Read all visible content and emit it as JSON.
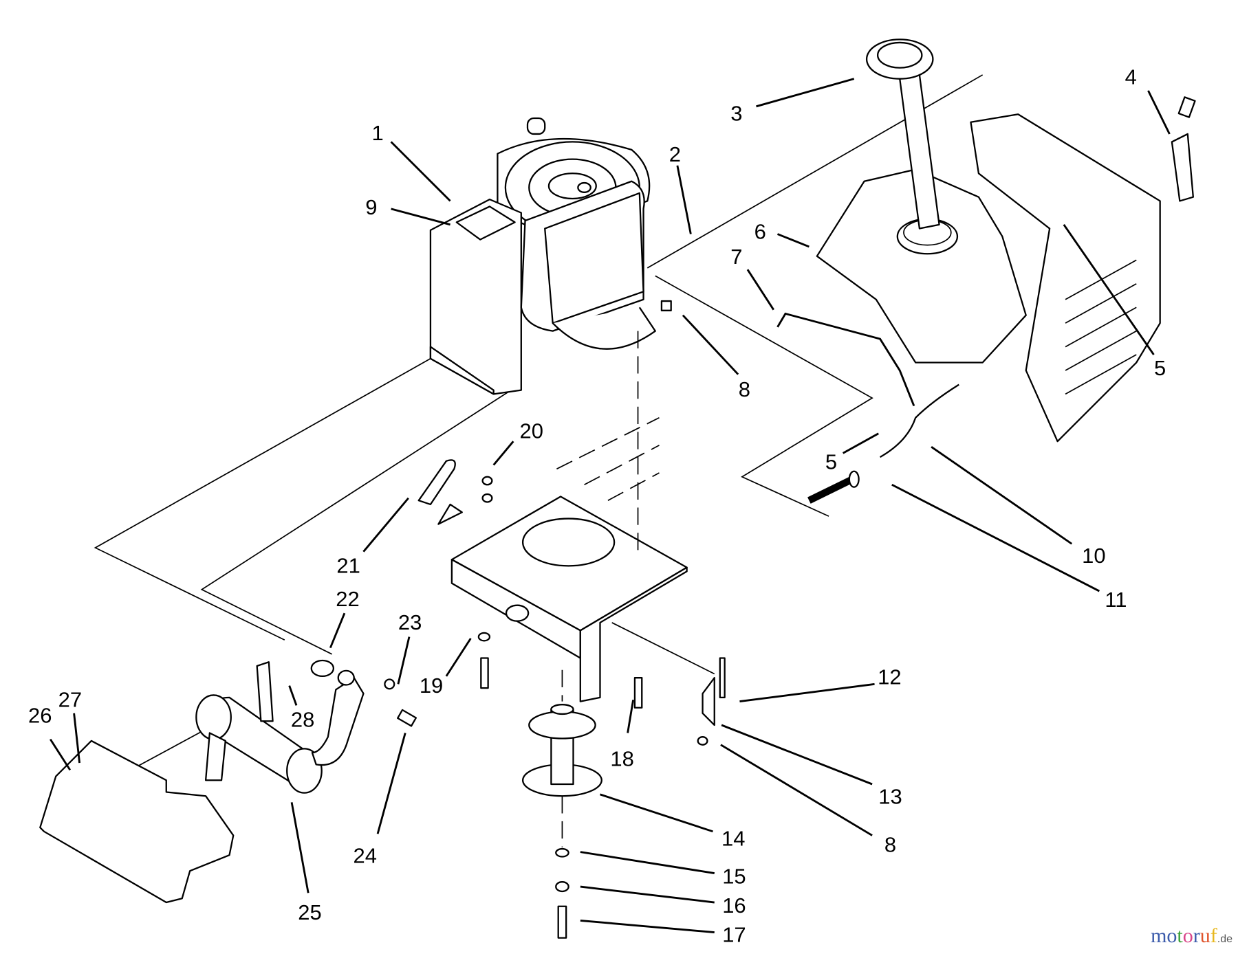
{
  "diagram": {
    "callouts": [
      {
        "id": "c1",
        "text": "1"
      },
      {
        "id": "c9",
        "text": "9"
      },
      {
        "id": "c2",
        "text": "2"
      },
      {
        "id": "c3",
        "text": "3"
      },
      {
        "id": "c4",
        "text": "4"
      },
      {
        "id": "c5a",
        "text": "5"
      },
      {
        "id": "c6",
        "text": "6"
      },
      {
        "id": "c7",
        "text": "7"
      },
      {
        "id": "c8a",
        "text": "8"
      },
      {
        "id": "c20",
        "text": "20"
      },
      {
        "id": "c21",
        "text": "21"
      },
      {
        "id": "c22",
        "text": "22"
      },
      {
        "id": "c23",
        "text": "23"
      },
      {
        "id": "c19",
        "text": "19"
      },
      {
        "id": "c18",
        "text": "18"
      },
      {
        "id": "c12",
        "text": "12"
      },
      {
        "id": "c13",
        "text": "13"
      },
      {
        "id": "c8b",
        "text": "8"
      },
      {
        "id": "c14",
        "text": "14"
      },
      {
        "id": "c15",
        "text": "15"
      },
      {
        "id": "c16",
        "text": "16"
      },
      {
        "id": "c17",
        "text": "17"
      },
      {
        "id": "c24",
        "text": "24"
      },
      {
        "id": "c25",
        "text": "25"
      },
      {
        "id": "c26",
        "text": "26"
      },
      {
        "id": "c27",
        "text": "27"
      },
      {
        "id": "c28",
        "text": "28"
      },
      {
        "id": "c10",
        "text": "10"
      },
      {
        "id": "c11",
        "text": "11"
      },
      {
        "id": "c5b",
        "text": "5"
      }
    ]
  },
  "watermark": {
    "brand": "motoruf",
    "suffix": ".de",
    "colors": [
      "#3b5bab",
      "#3b5bab",
      "#3aa23a",
      "#d9468a",
      "#3b5bab",
      "#e0542c",
      "#e8b81e",
      "#3aa23a"
    ]
  }
}
